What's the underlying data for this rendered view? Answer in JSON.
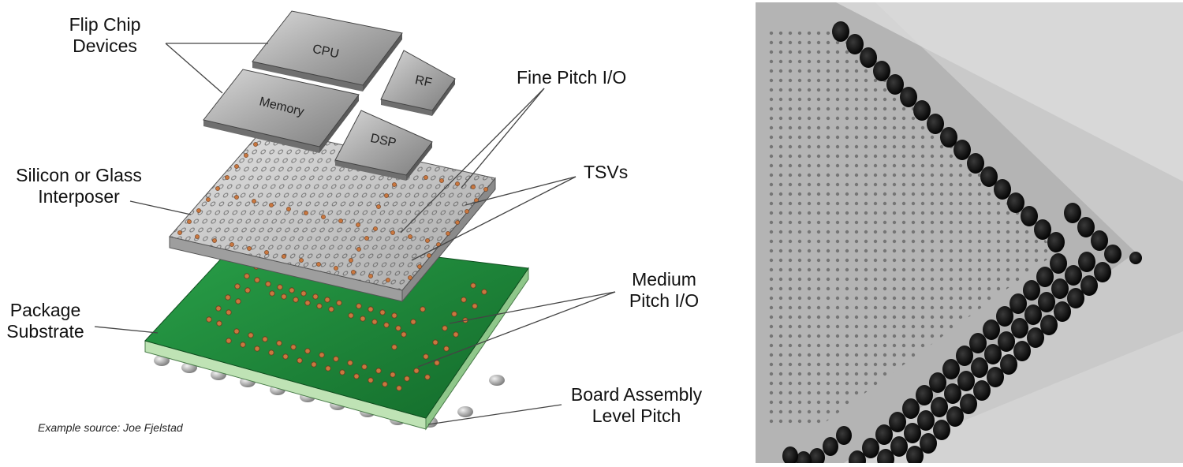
{
  "labels": {
    "flip_chip_line1": "Flip Chip",
    "flip_chip_line2": "Devices",
    "fine_pitch": "Fine Pitch I/O",
    "interposer_line1": "Silicon or Glass",
    "interposer_line2": "Interposer",
    "tsvs": "TSVs",
    "medium_pitch_line1": "Medium",
    "medium_pitch_line2": "Pitch I/O",
    "package_line1": "Package",
    "package_line2": "Substrate",
    "board_line1": "Board Assembly",
    "board_line2": "Level Pitch",
    "source": "Example source: Joe Fjelstad"
  },
  "chips": {
    "cpu": "CPU",
    "memory": "Memory",
    "rf": "RF",
    "dsp": "DSP"
  },
  "colors": {
    "substrate_green": "#1f8a3b",
    "substrate_side": "#b8e0b0",
    "interposer_top": "#cfcfcf",
    "chip_top": "#a9a9a9",
    "pad_copper": "#b5643a"
  }
}
